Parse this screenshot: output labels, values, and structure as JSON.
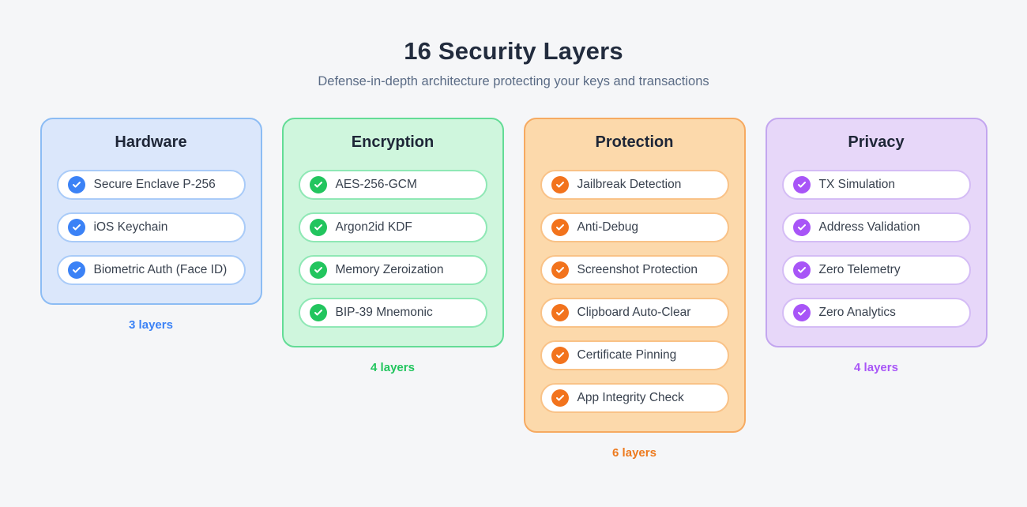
{
  "page": {
    "title": "16 Security Layers",
    "subtitle": "Defense-in-depth architecture protecting your keys and transactions"
  },
  "columns": [
    {
      "title": "Hardware",
      "count_label": "3 layers",
      "icon": "check-circle",
      "colors": {
        "card_bg": "#dbe7fb",
        "card_border": "#8cbcf4",
        "pill_border": "#a9cbf8",
        "icon": "#3b82f6",
        "accent": "#3b82f6"
      },
      "items": [
        "Secure Enclave P-256",
        "iOS Keychain",
        "Biometric Auth (Face ID)"
      ]
    },
    {
      "title": "Encryption",
      "count_label": "4 layers",
      "icon": "check-circle",
      "colors": {
        "card_bg": "#cff6dd",
        "card_border": "#63dc96",
        "pill_border": "#8fe8b5",
        "icon": "#22c55e",
        "accent": "#22c55e"
      },
      "items": [
        "AES-256-GCM",
        "Argon2id KDF",
        "Memory Zeroization",
        "BIP-39 Mnemonic"
      ]
    },
    {
      "title": "Protection",
      "count_label": "6 layers",
      "icon": "check-circle",
      "colors": {
        "card_bg": "#fcd9ab",
        "card_border": "#f6aa61",
        "pill_border": "#f9c287",
        "icon": "#f2731d",
        "accent": "#ed7a1e"
      },
      "items": [
        "Jailbreak Detection",
        "Anti-Debug",
        "Screenshot Protection",
        "Clipboard Auto-Clear",
        "Certificate Pinning",
        "App Integrity Check"
      ]
    },
    {
      "title": "Privacy",
      "count_label": "4 layers",
      "icon": "check-circle",
      "colors": {
        "card_bg": "#e7d7f9",
        "card_border": "#c3a6ef",
        "pill_border": "#d4bcf5",
        "icon": "#a855f7",
        "accent": "#a855f7"
      },
      "items": [
        "TX Simulation",
        "Address Validation",
        "Zero Telemetry",
        "Zero Analytics"
      ]
    }
  ]
}
